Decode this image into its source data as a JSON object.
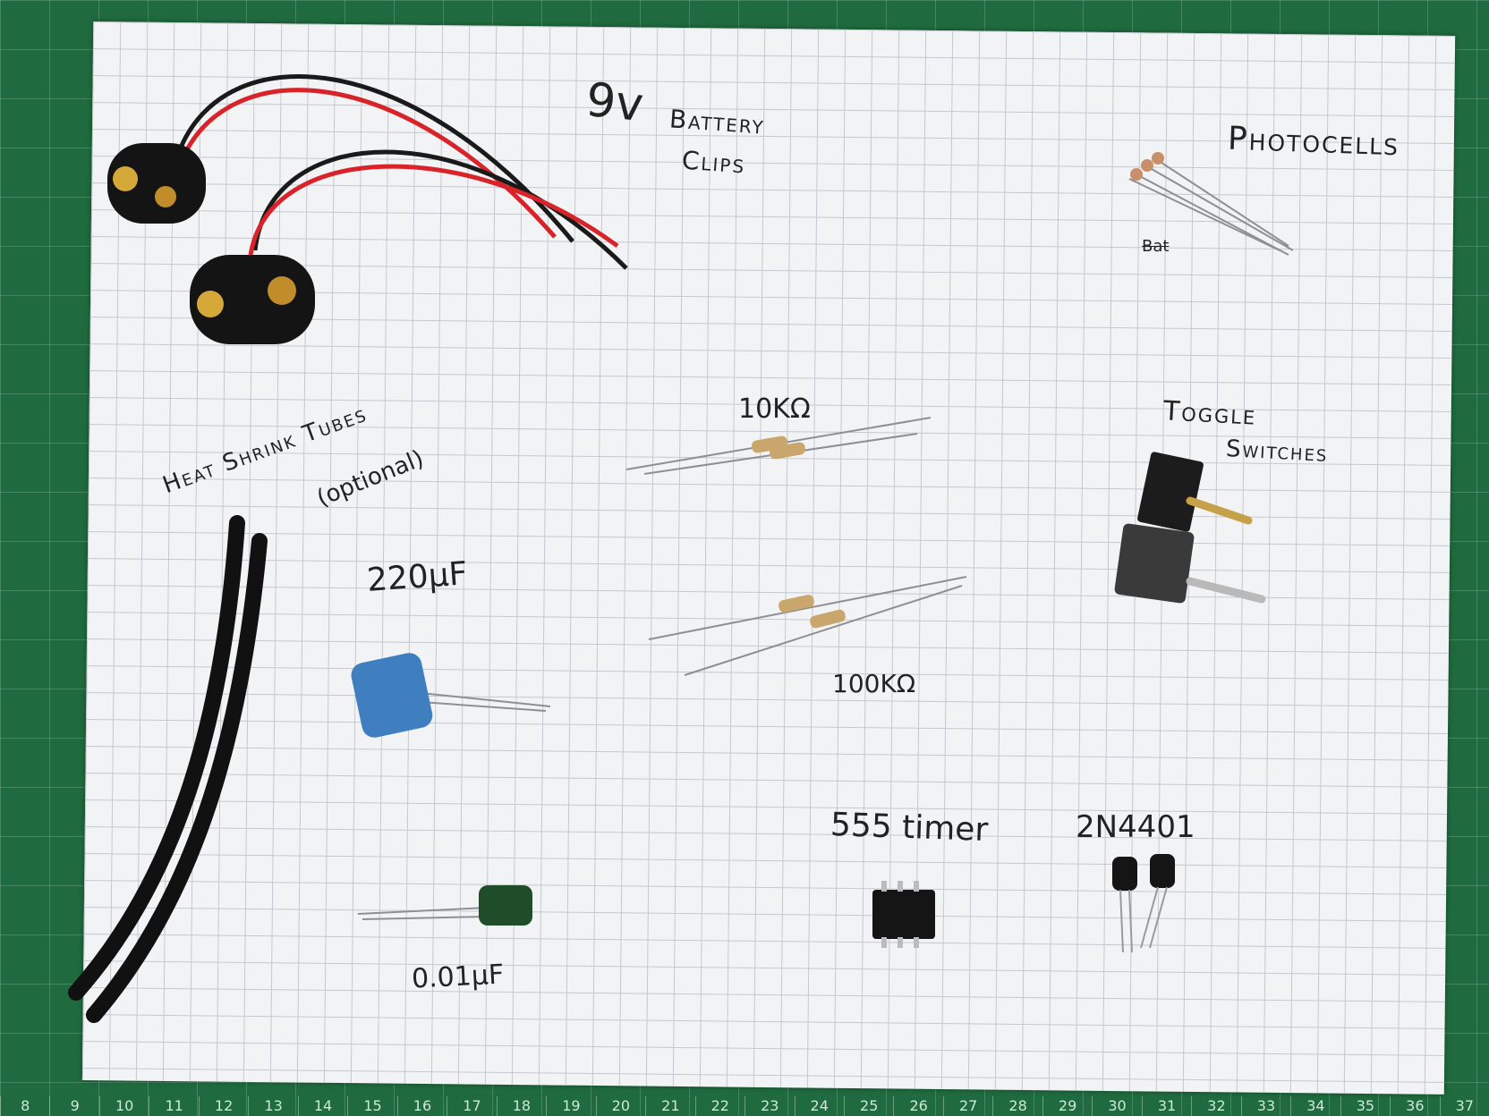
{
  "labels": {
    "battery_title": "9v",
    "battery_line1": "Battery",
    "battery_line2": "Clips",
    "photocells": "Photocells",
    "resistor_10k": "10KΩ",
    "resistor_100k": "100KΩ",
    "toggle_line1": "Toggle",
    "toggle_line2": "Switches",
    "heat_shrink_line1": "Heat Shrink Tubes",
    "heat_shrink_line2": "(optional)",
    "cap_220": "220µF",
    "cap_001": "0.01µF",
    "timer": "555 timer",
    "transistor": "2N4401",
    "strike_text": "Bat"
  },
  "ruler": {
    "numbers": [
      "8",
      "9",
      "10",
      "11",
      "12",
      "13",
      "14",
      "15",
      "16",
      "17",
      "18",
      "19",
      "20",
      "21",
      "22",
      "23",
      "24",
      "25",
      "26",
      "27",
      "28",
      "29",
      "30",
      "31",
      "32",
      "33",
      "34",
      "35",
      "36",
      "37"
    ]
  },
  "colors": {
    "mat": "#1f6b3f",
    "paper": "#f2f3f5",
    "grid": "#c4c9cf",
    "wire_red": "#d8232a",
    "wire_black": "#1a1a1a",
    "cap_blue": "#3f7fc0",
    "cap_green": "#1f4d2a"
  }
}
